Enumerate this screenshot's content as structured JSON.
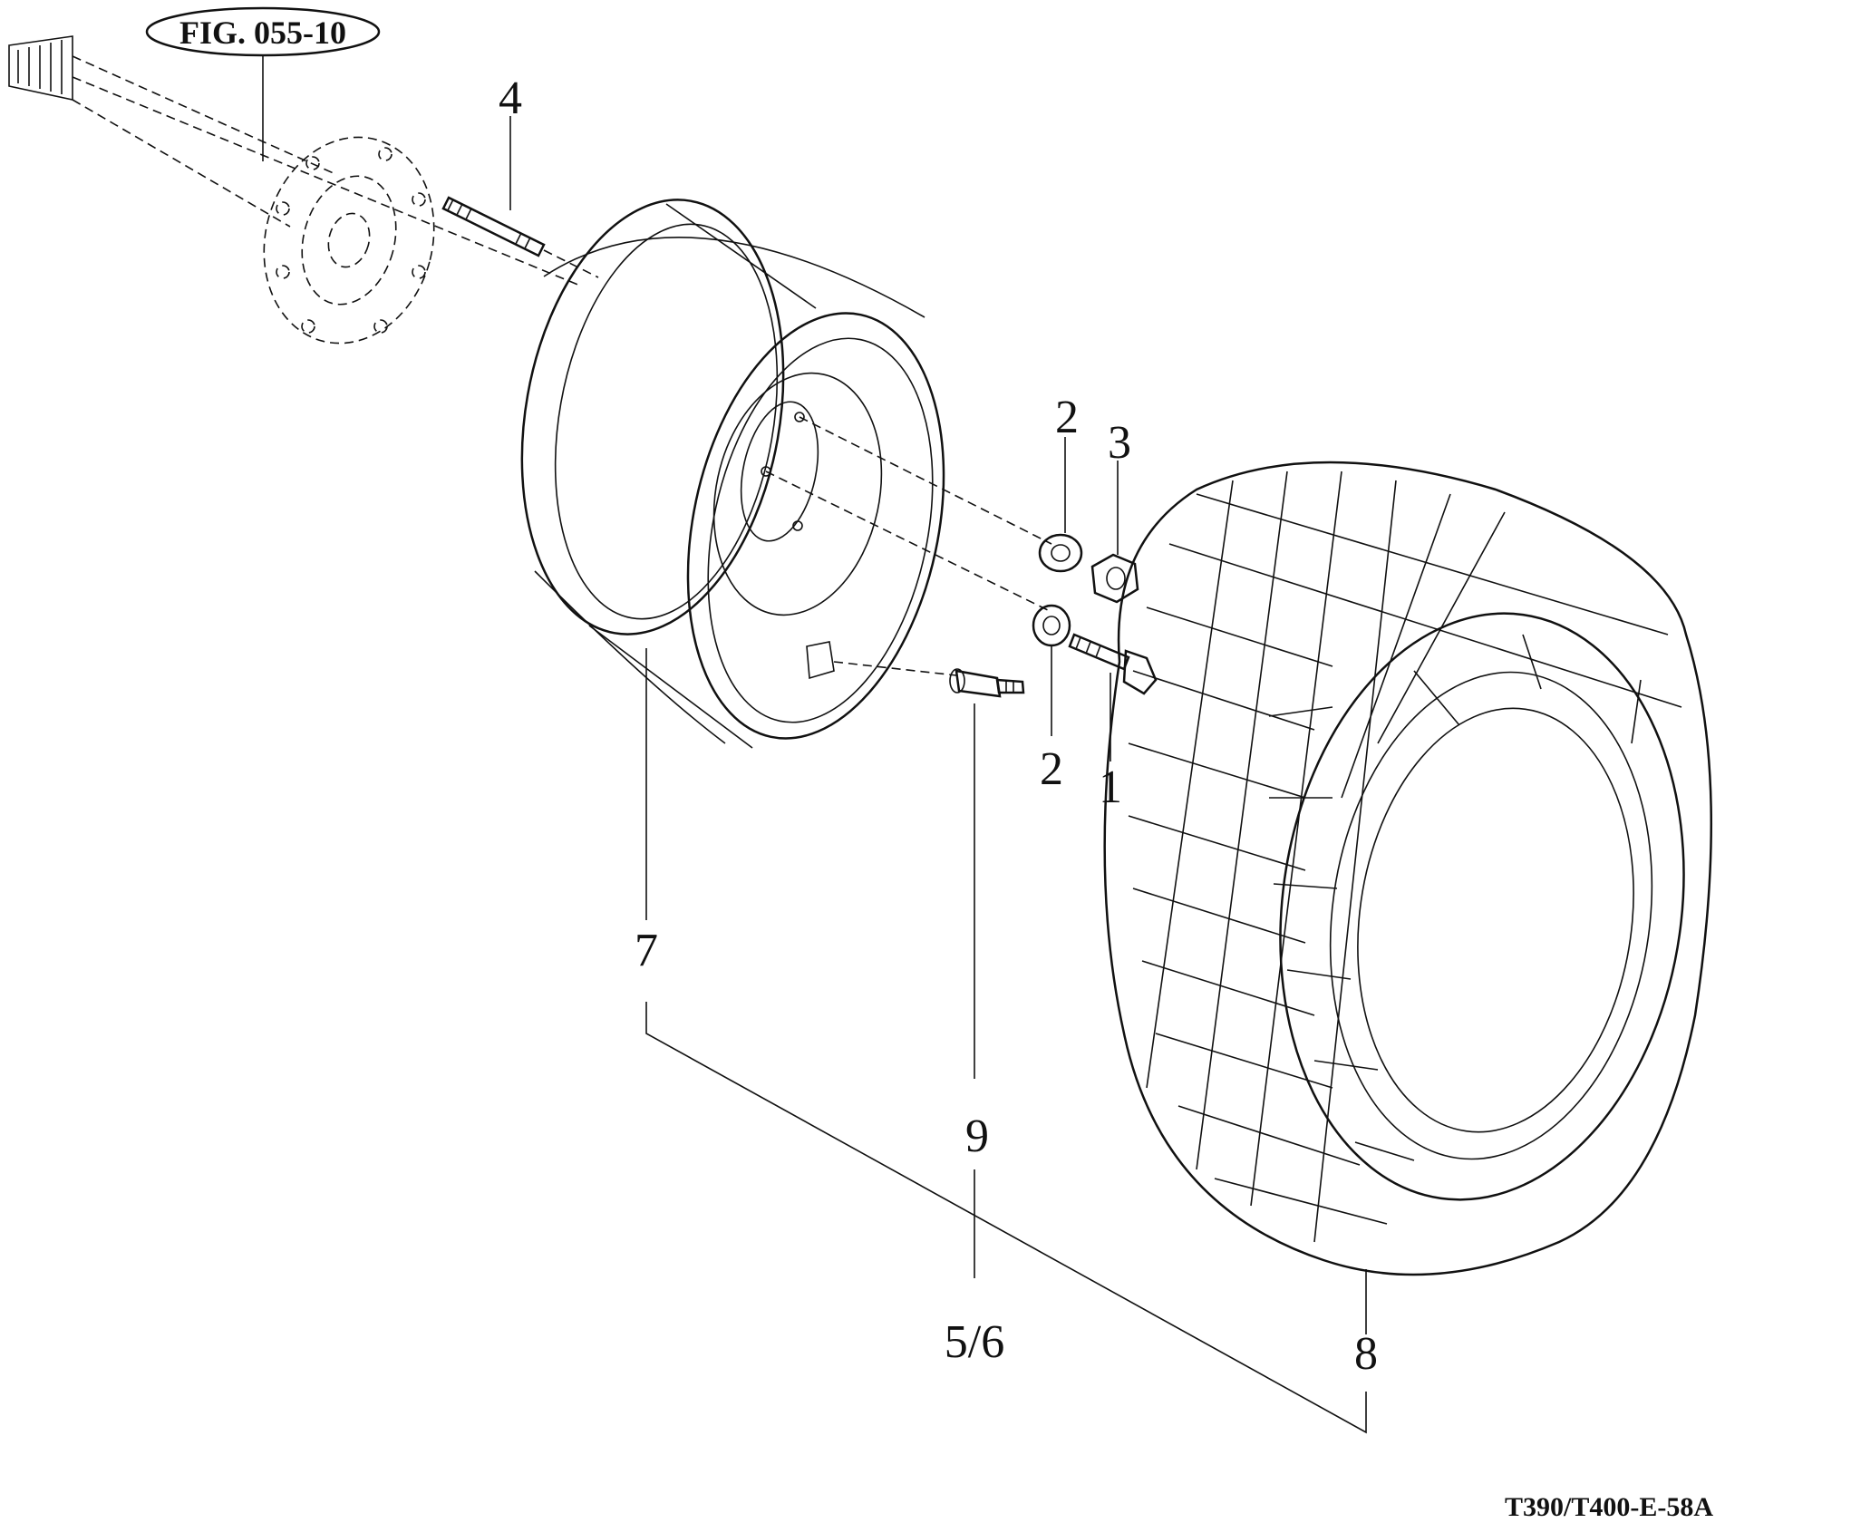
{
  "figure_ref": "FIG. 055-10",
  "drawing_code": "T390/T400-E-58A",
  "callouts": [
    {
      "id": "c1",
      "text": "1"
    },
    {
      "id": "c2a",
      "text": "2"
    },
    {
      "id": "c2b",
      "text": "2"
    },
    {
      "id": "c3",
      "text": "3"
    },
    {
      "id": "c4",
      "text": "4"
    },
    {
      "id": "c56",
      "text": "5/6"
    },
    {
      "id": "c7",
      "text": "7"
    },
    {
      "id": "c8",
      "text": "8"
    },
    {
      "id": "c9",
      "text": "9"
    }
  ]
}
